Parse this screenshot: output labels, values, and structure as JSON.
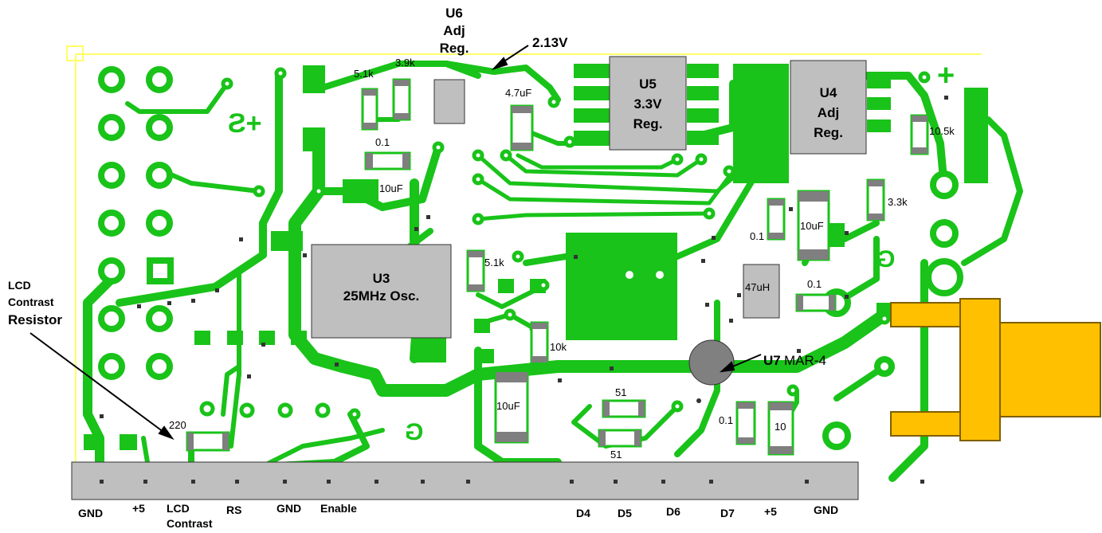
{
  "colors": {
    "copper": "#19c319",
    "component": "#bfbfbf",
    "connector": "#ffc000",
    "board_outline": "#ffff66",
    "pad_end": "#7f7f7f",
    "via_center": "#ffffff",
    "background": "#ffffff"
  },
  "components": {
    "u3": {
      "ref": "U3",
      "desc": "25MHz Osc."
    },
    "u4": {
      "ref": "U4",
      "line2": "Adj",
      "line3": "Reg."
    },
    "u5": {
      "ref": "U5",
      "line2": "3.3V",
      "line3": "Reg."
    },
    "u6": {
      "ref": "U6",
      "line2": "Adj",
      "line3": "Reg."
    },
    "u7": {
      "ref": "U7",
      "desc": "MAR-4"
    }
  },
  "annotations": {
    "voltage": "2.13V",
    "lcd_resistor_label": [
      "LCD",
      "Contrast",
      "Resistor"
    ]
  },
  "parts": {
    "r_5k1_top": "5.1k",
    "r_3k9": "3.9k",
    "c_4u7": "4.7uF",
    "c_0u1_top": "0.1",
    "c_10u_top": "10uF",
    "r_10k5": "10.5k",
    "r_3k3": "3.3k",
    "c_0u1_mid": "0.1",
    "c_10u_right": "10uF",
    "l_47u": "47uH",
    "c_0u1_right": "0.1",
    "r_5k1_mid": "5.1k",
    "r_10k": "10k",
    "c_10u_bottom": "10uF",
    "r_51_top": "51",
    "r_51_bottom": "51",
    "c_0u1_bottom": "0.1",
    "r_10": "10",
    "r_220": "220"
  },
  "silkscreen": {
    "marks": [
      "Ƨ+",
      "+",
      "G",
      "G"
    ]
  },
  "pins": [
    "GND",
    "+5",
    "LCD",
    "Contrast",
    "RS",
    "GND",
    "Enable",
    "D4",
    "D5",
    "D6",
    "D7",
    "+5",
    "GND"
  ]
}
